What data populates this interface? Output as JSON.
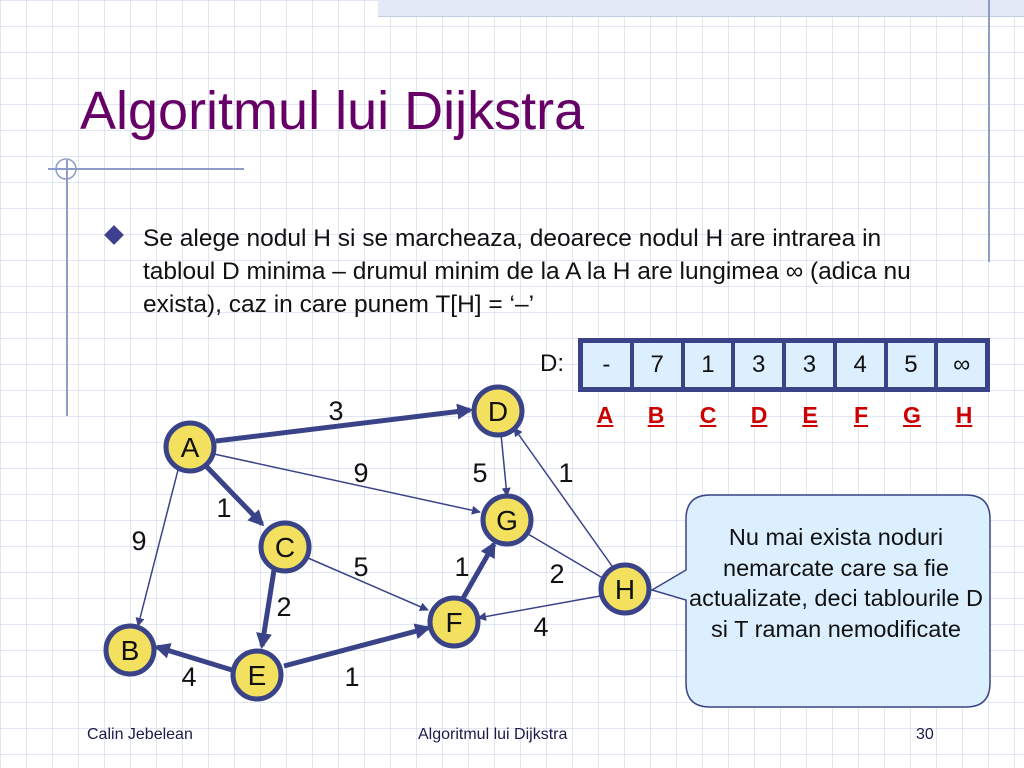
{
  "slide": {
    "title": "Algoritmul lui Dijkstra",
    "bullet": "Se alege nodul H si se marcheaza, deoarece nodul H are intrarea in tabloul D minima – drumul minim de la A la H are lungimea ∞ (adica nu exista), caz in care punem T[H] = ‘–’"
  },
  "table": {
    "label": "D:",
    "values": [
      "-",
      "7",
      "1",
      "3",
      "3",
      "4",
      "5",
      "∞"
    ],
    "node_labels": [
      "A",
      "B",
      "C",
      "D",
      "E",
      "F",
      "G",
      "H"
    ]
  },
  "graph": {
    "nodes": [
      "A",
      "B",
      "C",
      "D",
      "E",
      "F",
      "G",
      "H"
    ],
    "edges": [
      {
        "from": "A",
        "to": "D",
        "weight": "3",
        "bold": true
      },
      {
        "from": "A",
        "to": "C",
        "weight": "1",
        "bold": true
      },
      {
        "from": "A",
        "to": "G",
        "weight": "9",
        "bold": false
      },
      {
        "from": "A",
        "to": "B",
        "weight": "9",
        "bold": false
      },
      {
        "from": "D",
        "to": "G",
        "weight": "5",
        "bold": false
      },
      {
        "from": "H",
        "to": "D",
        "weight": "1",
        "bold": false
      },
      {
        "from": "C",
        "to": "E",
        "weight": "2",
        "bold": true
      },
      {
        "from": "C",
        "to": "F",
        "weight": "5",
        "bold": false
      },
      {
        "from": "E",
        "to": "B",
        "weight": "4",
        "bold": true
      },
      {
        "from": "E",
        "to": "F",
        "weight": "1",
        "bold": true
      },
      {
        "from": "F",
        "to": "G",
        "weight": "1",
        "bold": true
      },
      {
        "from": "G",
        "to": "H",
        "weight": "2",
        "bold": false
      },
      {
        "from": "H",
        "to": "F",
        "weight": "4",
        "bold": false
      }
    ],
    "colors": {
      "node_fill": "#f2e05e",
      "node_border": "#3a4388",
      "edge": "#3a4388",
      "table_cell": "#dcefff",
      "node_label": "#cc0000",
      "title": "#660066"
    }
  },
  "callout": {
    "text": "Nu mai exista noduri nemarcate care sa fie actualizate, deci tablourile D si T raman nemodificate"
  },
  "footer": {
    "author": "Calin Jebelean",
    "title": "Algoritmul lui Dijkstra",
    "page": "30"
  }
}
